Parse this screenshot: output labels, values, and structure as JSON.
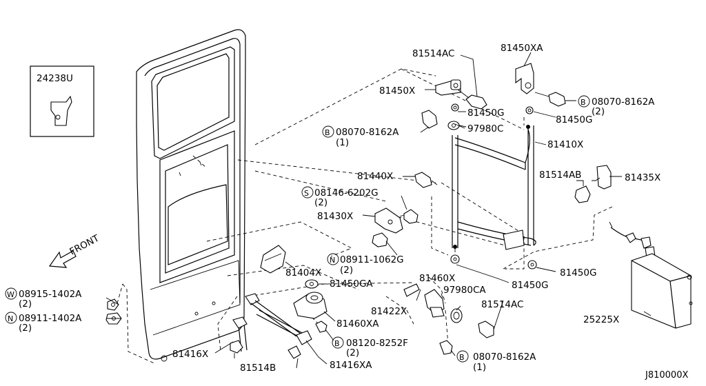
{
  "diagram": {
    "callouts": {
      "p24238u": "24238U",
      "p81514ac_top": "81514AC",
      "p81450xa": "81450XA",
      "p81450x": "81450X",
      "p81450g_1": "81450G",
      "p08070_top_right": "08070-8162A",
      "p08070_top_right_qty": "(2)",
      "p97980c": "97980C",
      "p81450g_2": "81450G",
      "p08070_top_left": "08070-8162A",
      "p08070_top_left_qty": "(1)",
      "p81410x": "81410X",
      "p81440x": "81440X",
      "p81514ab": "81514AB",
      "p81435x": "81435X",
      "p08146": "08146-6202G",
      "p08146_qty": "(2)",
      "p81430x": "81430X",
      "p08911_mid": "08911-1062G",
      "p08911_mid_qty": "(2)",
      "p81404x": "81404X",
      "p81450ga": "81450GA",
      "p81460x": "81460X",
      "p97980ca": "97980CA",
      "p81450g_3": "81450G",
      "p81450g_4": "81450G",
      "p81422x": "81422X",
      "p81514ac_bottom": "81514AC",
      "p81460xa": "81460XA",
      "p08915": "08915-1402A",
      "p08915_qty": "(2)",
      "p08911_left": "08911-1402A",
      "p08911_left_qty": "(2)",
      "p25225x": "25225X",
      "p08120": "08120-8252F",
      "p08120_qty": "(2)",
      "p81416x": "81416X",
      "p81416xa": "81416XA",
      "p81514b": "81514B",
      "p08070_bottom": "08070-8162A",
      "p08070_bottom_qty": "(1)"
    },
    "prefix": {
      "bolt": "B",
      "nut": "N",
      "screw": "S",
      "washer": "W"
    },
    "front_label": "FRONT",
    "drawing_code": "J810000X"
  }
}
